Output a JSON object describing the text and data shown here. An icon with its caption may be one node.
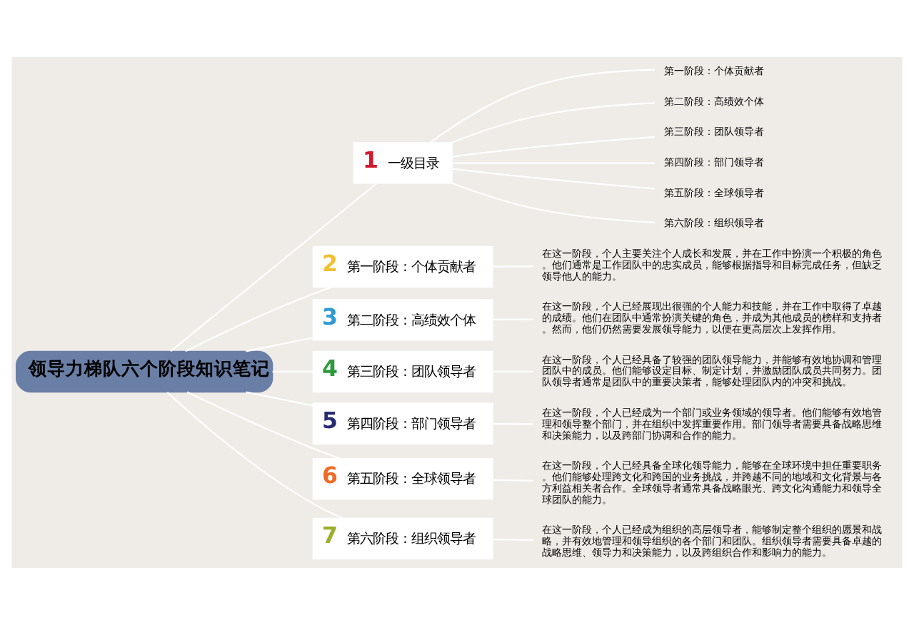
{
  "diagram": {
    "nodes": [
      {
        "text": [
          "领导力梯队六个阶段知识笔记"
        ]
      },
      {
        "text": [
          "1 一级目录"
        ]
      },
      {
        "text": [
          "第一阶段：个体贡献者"
        ]
      },
      {
        "text": [
          "第二阶段：高绩效个体"
        ]
      },
      {
        "text": [
          "第三阶段：团队领导者"
        ]
      },
      {
        "text": [
          "第四阶段：部门领导者"
        ]
      },
      {
        "text": [
          "第五阶段：全球领导者"
        ]
      },
      {
        "text": [
          "第六阶段：组织领导者"
        ]
      },
      {
        "text": [
          "2 第一阶段：个体贡献者"
        ]
      },
      {
        "text": [
          "在这一阶段，个人主要关注个人成长和发展，并在工作中扮演一个积极的角色。他们通常是工作团队中的忠实成员，能够根据指导和目标完成任务，但缺乏领导他人的能力。"
        ]
      },
      {
        "text": [
          "3 第二阶段：高绩效个体"
        ]
      },
      {
        "text": [
          "在这一阶段，个人已经展现出很强的个人能力和技能，并在工作中取得了卓越的成绩。他们在团队中通常扮演关键的角色，并成为其他成员的榜样和支持者。然而，他们仍然需要发展领导能力，以便在更高层次上发挥作用。"
        ]
      },
      {
        "text": [
          "4 第三阶段：团队领导者"
        ]
      },
      {
        "text": [
          "在这一阶段，个人已经具备了较强的团队领导能力，并能够有效地协调和管理团队中的成员。他们能够设定目标、制定计划，并激励团队成员共同努力。团队领导者通常是团队中的重要决策者，能够处理团队内的冲突和挑战。"
        ]
      },
      {
        "text": [
          "5 第四阶段：部门领导者"
        ]
      },
      {
        "text": [
          "在这一阶段，个人已经成为一个部门或业务领域的领导者。他们能够有效地管理和领导整个部门，并在组织中发挥重要作用。部门领导者需要具备战略思维和决策能力，以及跨部门协调和合作的能力。"
        ]
      },
      {
        "text": [
          "6 第五阶段：全球领导者"
        ]
      },
      {
        "text": [
          "在这一阶段，个人已经具备全球化领导能力，能够在全球环境中担任重要职务。他们能够处理跨文化和跨国的业务挑战，并跨越不同的地域和文化背景与各方利益相关者合作。全球领导者通常具备战略眼光、跨文化沟通能力和领导全球团队的能力。"
        ]
      },
      {
        "text": [
          "7 第六阶段：组织领导者"
        ]
      },
      {
        "text": [
          "在这一阶段，个人已经成为组织的高层领导者，能够制定整个组织的愿景和战略，并有效地管理和领导组织的各个部门和团队。组织领导者需要具备卓越的战略思维、领导力和决策能力，以及跨组织合作和影响力的能力。"
        ]
      }
    ],
    "edges": [
      {
        "from": 0,
        "to": 1,
        "arrow": "none"
      },
      {
        "from": 1,
        "to": 2,
        "arrow": "none"
      },
      {
        "from": 1,
        "to": 3,
        "arrow": "none"
      },
      {
        "from": 1,
        "to": 4,
        "arrow": "none"
      },
      {
        "from": 1,
        "to": 5,
        "arrow": "none"
      },
      {
        "from": 1,
        "to": 6,
        "arrow": "none"
      },
      {
        "from": 1,
        "to": 7,
        "arrow": "none"
      },
      {
        "from": 0,
        "to": 8,
        "arrow": "none"
      },
      {
        "from": 8,
        "to": 9,
        "arrow": "none"
      },
      {
        "from": 0,
        "to": 10,
        "arrow": "none"
      },
      {
        "from": 10,
        "to": 11,
        "arrow": "none"
      },
      {
        "from": 0,
        "to": 12,
        "arrow": "none"
      },
      {
        "from": 12,
        "to": 13,
        "arrow": "none"
      },
      {
        "from": 0,
        "to": 14,
        "arrow": "none"
      },
      {
        "from": 14,
        "to": 15,
        "arrow": "none"
      },
      {
        "from": 0,
        "to": 16,
        "arrow": "none"
      },
      {
        "from": 16,
        "to": 17,
        "arrow": "none"
      },
      {
        "from": 0,
        "to": 18,
        "arrow": "none"
      },
      {
        "from": 18,
        "to": 19,
        "arrow": "none"
      }
    ]
  }
}
